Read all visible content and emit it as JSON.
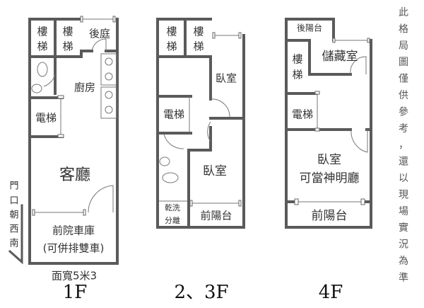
{
  "floor_1f": {
    "label": "1F",
    "width_note": "面寬5米3",
    "stairs_a": [
      "樓",
      "梯"
    ],
    "stairs_b": [
      "樓",
      "梯"
    ],
    "backyard": "後庭",
    "kitchen": "廚房",
    "elevator": "電梯",
    "living_room": "客廳",
    "garage_line1": "前院車庫",
    "garage_line2": "(可併排雙車)",
    "orientation": [
      "門",
      "口",
      "朝",
      "西",
      "南"
    ]
  },
  "floor_23f": {
    "label": "2、3F",
    "stairs_a": [
      "樓",
      "梯"
    ],
    "stairs_b": [
      "樓",
      "梯"
    ],
    "bedroom_back": "臥室",
    "elevator": "電梯",
    "bedroom_front": "臥室",
    "dry_wet_line1": "乾洗",
    "dry_wet_line2": "分離",
    "front_balcony": "前陽台"
  },
  "floor_4f": {
    "label": "4F",
    "back_balcony": "後陽台",
    "stairs": [
      "樓",
      "梯"
    ],
    "storage": "儲藏室",
    "elevator": "電梯",
    "bedroom_line1": "臥室",
    "bedroom_line2": "可當神明廳",
    "front_balcony": "前陽台"
  },
  "disclaimer": [
    "此",
    "格",
    "局",
    "圖",
    "僅",
    "供",
    "參",
    "考",
    "，",
    "還",
    "以",
    "現",
    "場",
    "實",
    "況",
    "為",
    "準"
  ]
}
